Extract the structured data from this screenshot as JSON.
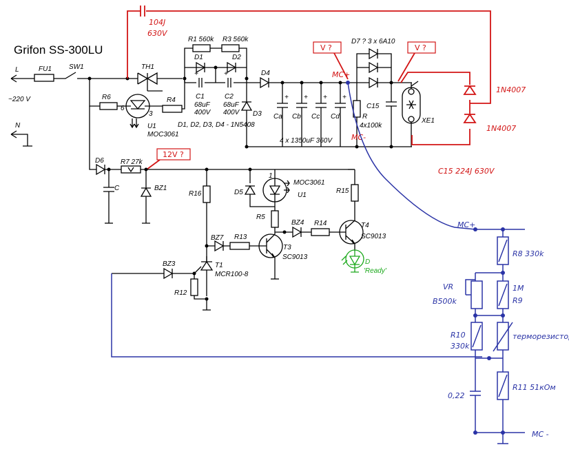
{
  "title": "Grifon SS-300LU",
  "mains": {
    "l": "L",
    "n": "N",
    "voltage": "~220 V"
  },
  "fuse": "FU1",
  "switch": "SW1",
  "triac": "TH1",
  "resistors": {
    "r1": "R1 560k",
    "r3": "R3 560k",
    "r4": "R4",
    "r5": "R5",
    "r6": "R6",
    "r7": "R7 27k",
    "r12": "R12",
    "r13": "R13",
    "r14": "R14",
    "r15": "R15",
    "r16": "R16",
    "r_bleed": "R",
    "r_bleed_val": "4x100k"
  },
  "diodes": {
    "d1": "D1",
    "d2": "D2",
    "d3": "D3",
    "d4": "D4",
    "d5": "D5",
    "d6": "D6",
    "d7": "D7 ? 3 x 6A10",
    "note": "D1, D2, D3, D4 - 1N5408"
  },
  "capacitors": {
    "c1": "C1",
    "c1_val1": "68uF",
    "c1_val2": "400V",
    "c2": "C2",
    "c2_val1": "68uF",
    "c2_val2": "400V",
    "ca": "Ca",
    "cb": "Cb",
    "cc": "Cc",
    "cd": "Cd",
    "bank": "4 x 1350uF 360V",
    "c15": "C15",
    "c": "C"
  },
  "opto": {
    "u1": "U1",
    "part": "MOC3061",
    "u1b": "U1",
    "partb": "MOC3061",
    "pin6": "6",
    "pin3": "3",
    "pin1": "1"
  },
  "zeners": {
    "bz1": "BZ1",
    "bz3": "BZ3",
    "bz4": "BZ4",
    "bz7": "BZ7"
  },
  "transistors": {
    "t1": "T1",
    "t1_part": "MCR100-8",
    "t3": "T3",
    "t3_part": "SC9013",
    "t4": "T4",
    "t4_part": "SC9013"
  },
  "led": {
    "name": "D",
    "label": "'Ready'"
  },
  "flash_tube": "XE1",
  "probes": {
    "v1": "V ?",
    "v2": "V ?",
    "v12": "12V ?",
    "mc_plus": "MC+",
    "mc_minus": "MC-"
  },
  "red_annotations": {
    "cap_top1": "104J",
    "cap_top2": "630V",
    "diode1": "1N4007",
    "diode2": "1N4007",
    "c15": "C15  224J  630V"
  },
  "blue_divider": {
    "mc_plus": "MC+",
    "r8": "R8 330k",
    "vr1": "VR",
    "vr2": "B500k",
    "r9a": "1M",
    "r9b": "R9",
    "r10a": "R10",
    "r10b": "330k",
    "thermistor": "терморезистор",
    "cap": "0,22",
    "r11": "R11  51кОм",
    "mc_minus": "MC -"
  },
  "colors": {
    "ink": "#000000",
    "red": "#d21414",
    "blue": "#2a33a6",
    "green": "#1aa81a"
  }
}
